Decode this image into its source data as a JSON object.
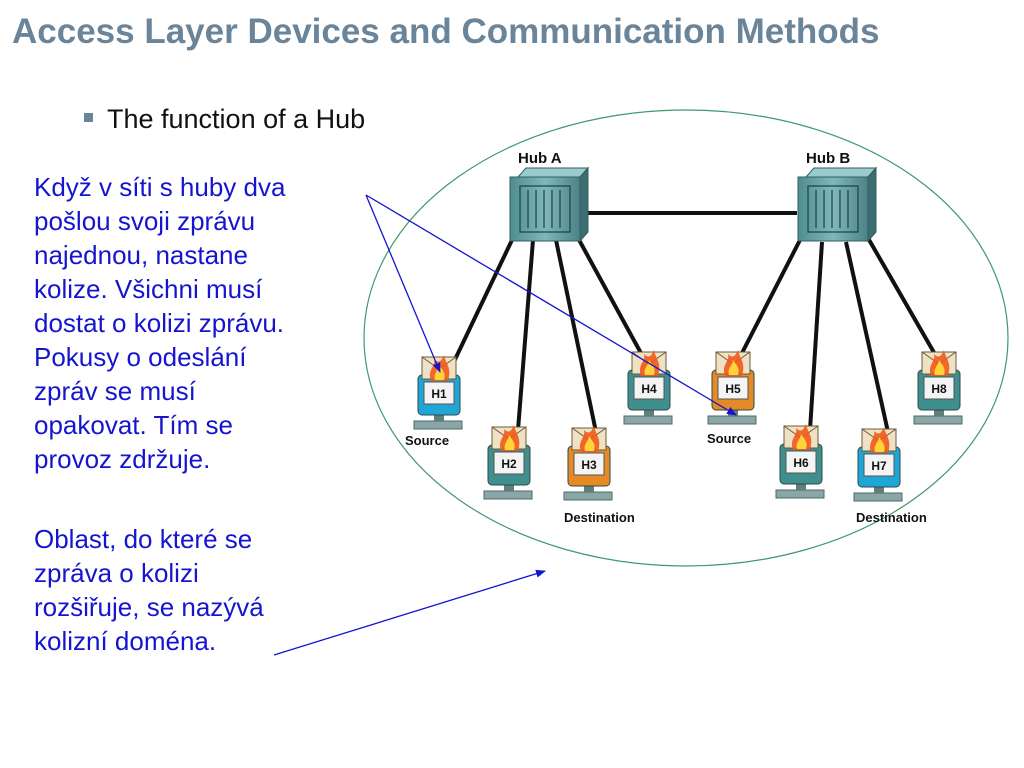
{
  "slide": {
    "title": "Access Layer Devices and Communication Methods",
    "bullet": "The function of a Hub",
    "paragraph1_lines": [
      "Když v síti s huby dva",
      "pošlou svoji zprávu",
      "najednou, nastane",
      "kolize. Všichni musí",
      "dostat o kolizi zprávu.",
      "Pokusy o odeslání",
      "zpráv se musí",
      "opakovat. Tím se",
      "provoz zdržuje."
    ],
    "paragraph2_lines": [
      "Oblast, do které se",
      "zpráva o kolizi",
      "rozšiřuje, se nazývá",
      "kolizní doména."
    ]
  },
  "diagram": {
    "hubs": [
      {
        "label": "Hub A"
      },
      {
        "label": "Hub B"
      }
    ],
    "hosts": [
      {
        "label": "H1",
        "color": "#1ea6d6",
        "role": "Source"
      },
      {
        "label": "H2",
        "color": "#3f8f8f",
        "role": ""
      },
      {
        "label": "H3",
        "color": "#e58a24",
        "role": "Destination"
      },
      {
        "label": "H4",
        "color": "#3f8f8f",
        "role": ""
      },
      {
        "label": "H5",
        "color": "#e58a24",
        "role": "Source"
      },
      {
        "label": "H6",
        "color": "#3f8f8f",
        "role": ""
      },
      {
        "label": "H7",
        "color": "#1ea6d6",
        "role": "Destination"
      },
      {
        "label": "H8",
        "color": "#3f8f8f",
        "role": ""
      }
    ],
    "colors": {
      "ellipse": "#3f9a6a",
      "arrow": "#1515d0",
      "hub": "#5f9ea0",
      "title": "#6a8499"
    }
  }
}
